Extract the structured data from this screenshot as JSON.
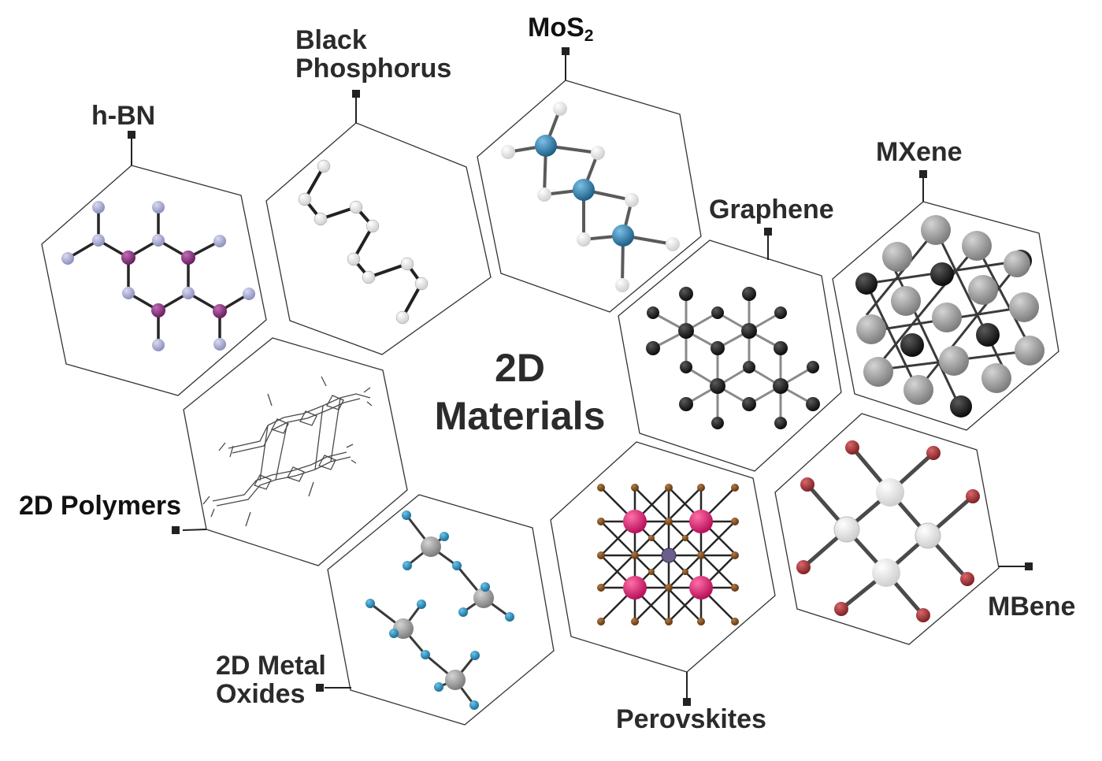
{
  "center_title": {
    "line1": "2D",
    "line2": "Materials"
  },
  "labels": {
    "hbn": "h-BN",
    "black_phosphorus_1": "Black",
    "black_phosphorus_2": "Phosphorus",
    "mos2_main": "MoS",
    "mos2_sub": "2",
    "graphene": "Graphene",
    "mxene": "MXene",
    "polymers": "2D Polymers",
    "metal_oxides_1": "2D Metal",
    "metal_oxides_2": "Oxides",
    "perovskites": "Perovskites",
    "mbene": "MBene"
  },
  "colors": {
    "hex_stroke": "#333333",
    "bond": "#262626",
    "hbn_boron": "#8a2c7e",
    "hbn_nitrogen": "#a9aad2",
    "phosphorus": "#e8e8e8",
    "molybdenum": "#2f7eae",
    "sulfur": "#c8c8c8",
    "carbon": "#1c1c1c",
    "mxene_metal": "#a8a8a8",
    "mxene_carbon": "#1a1a1a",
    "perovskite_a": "#e01f73",
    "perovskite_x": "#7a4b22",
    "perovskite_b": "#6b5d8c",
    "oxide_metal": "#b8b8b8",
    "oxide_oxygen": "#2a89b8",
    "mbene_metal": "#f0f0f0",
    "mbene_boron": "#a8373c"
  }
}
